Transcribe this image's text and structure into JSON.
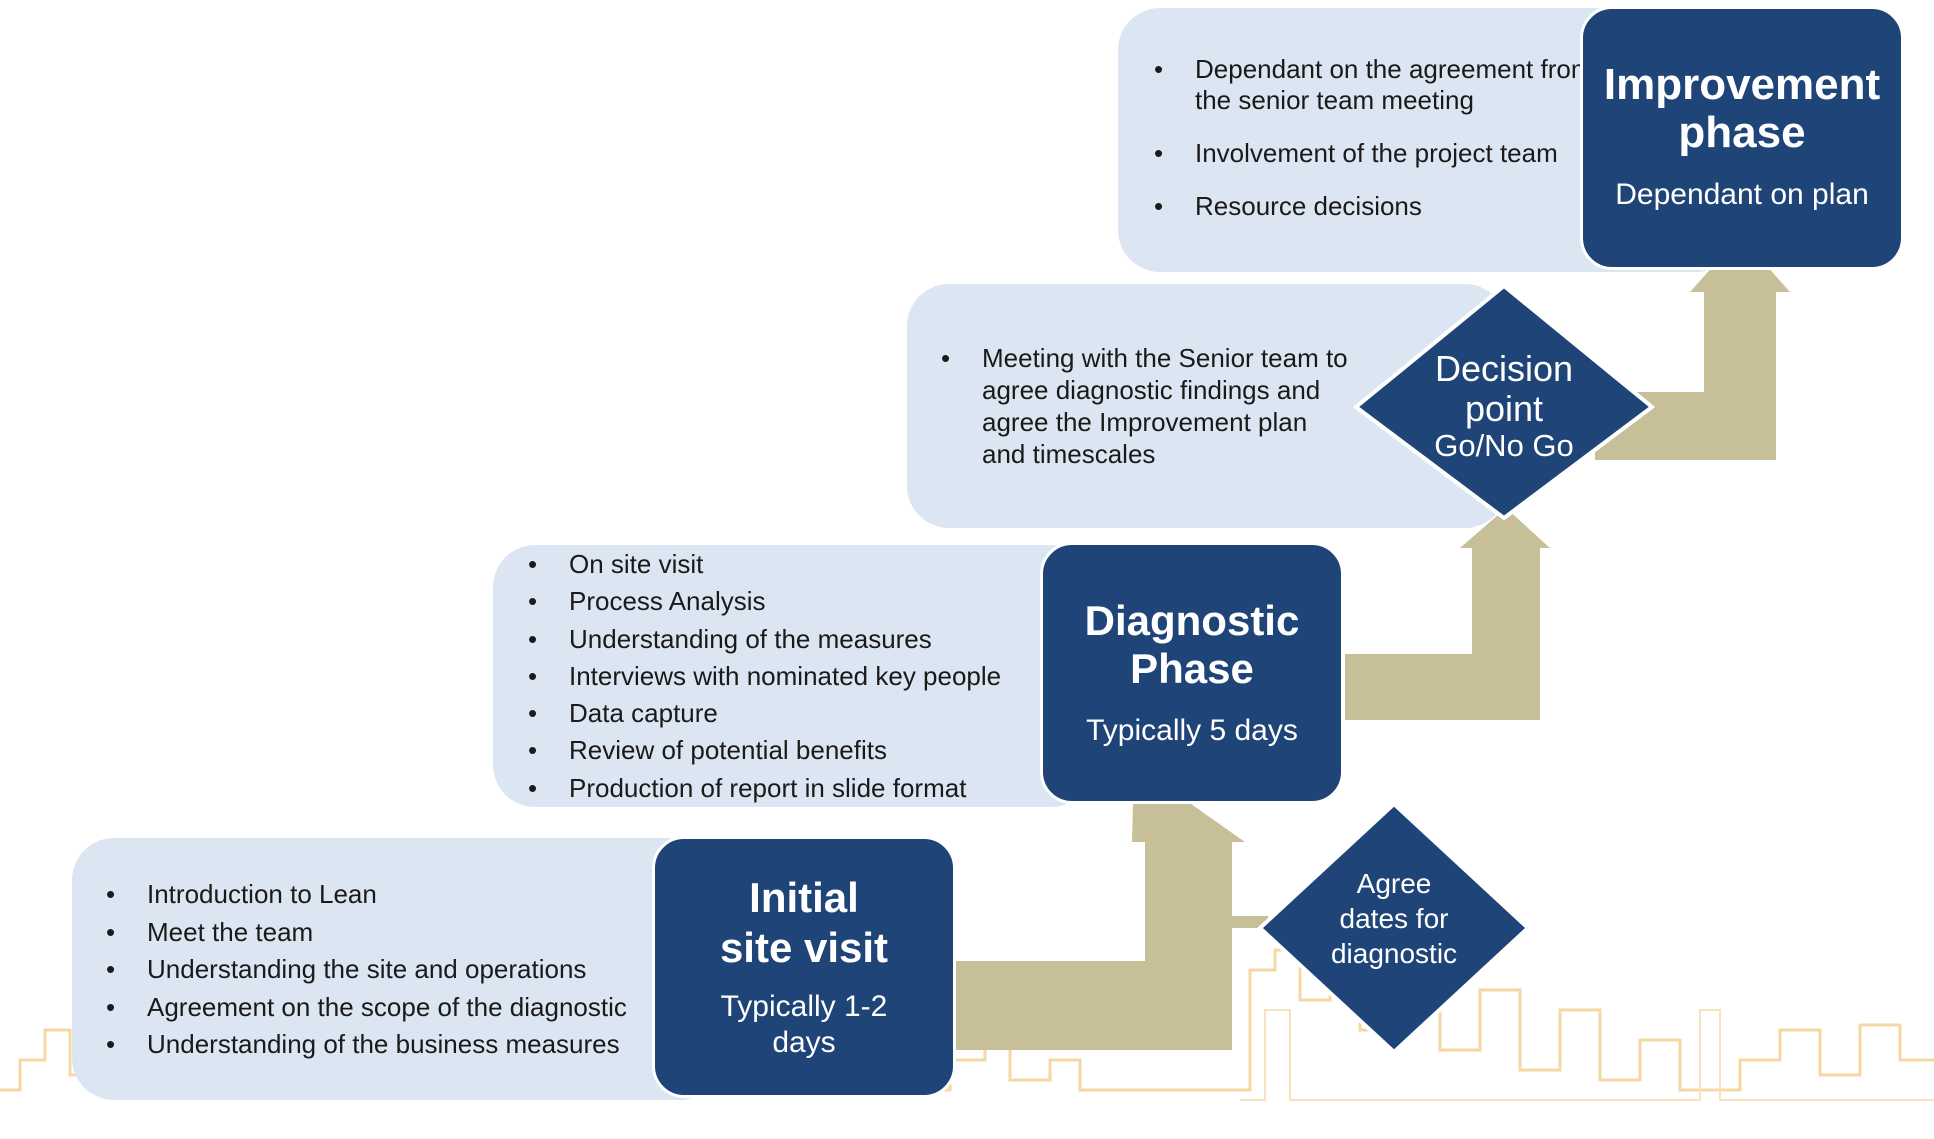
{
  "colors": {
    "panel": "#dce6f2",
    "phase_box": "#1f4478",
    "arrow": "#c6bf98",
    "skyline": "#f5d7a3",
    "text": "#1a1a1a"
  },
  "stage1": {
    "bullets": [
      "Introduction to Lean",
      "Meet the team",
      "Understanding the site and operations",
      "Agreement on the scope of the diagnostic",
      "Understanding of the business measures"
    ],
    "title_line1": "Initial",
    "title_line2": "site visit",
    "sub_line1": "Typically 1-2",
    "sub_line2": "days"
  },
  "agree_diamond": {
    "line1": "Agree",
    "line2": "dates for",
    "line3": "diagnostic"
  },
  "stage2": {
    "bullets": [
      "On site  visit",
      "Process Analysis",
      "Understanding of the measures",
      "Interviews with nominated key people",
      "Data capture",
      "Review of potential benefits",
      "Production of report in slide format"
    ],
    "title_line1": "Diagnostic",
    "title_line2": "Phase",
    "sub": "Typically 5 days"
  },
  "stage3": {
    "bullets": [
      "Meeting with the Senior team to agree diagnostic findings and agree the Improvement plan and timescales"
    ]
  },
  "decision_diamond": {
    "line1": "Decision",
    "line2": "point",
    "line3": "Go/No Go"
  },
  "stage4": {
    "bullets": [
      "Dependant on the agreement from the senior team meeting",
      "Involvement of the project team",
      "Resource decisions"
    ],
    "title_line1": "Improvement",
    "title_line2": "phase",
    "sub": "Dependant on plan"
  }
}
